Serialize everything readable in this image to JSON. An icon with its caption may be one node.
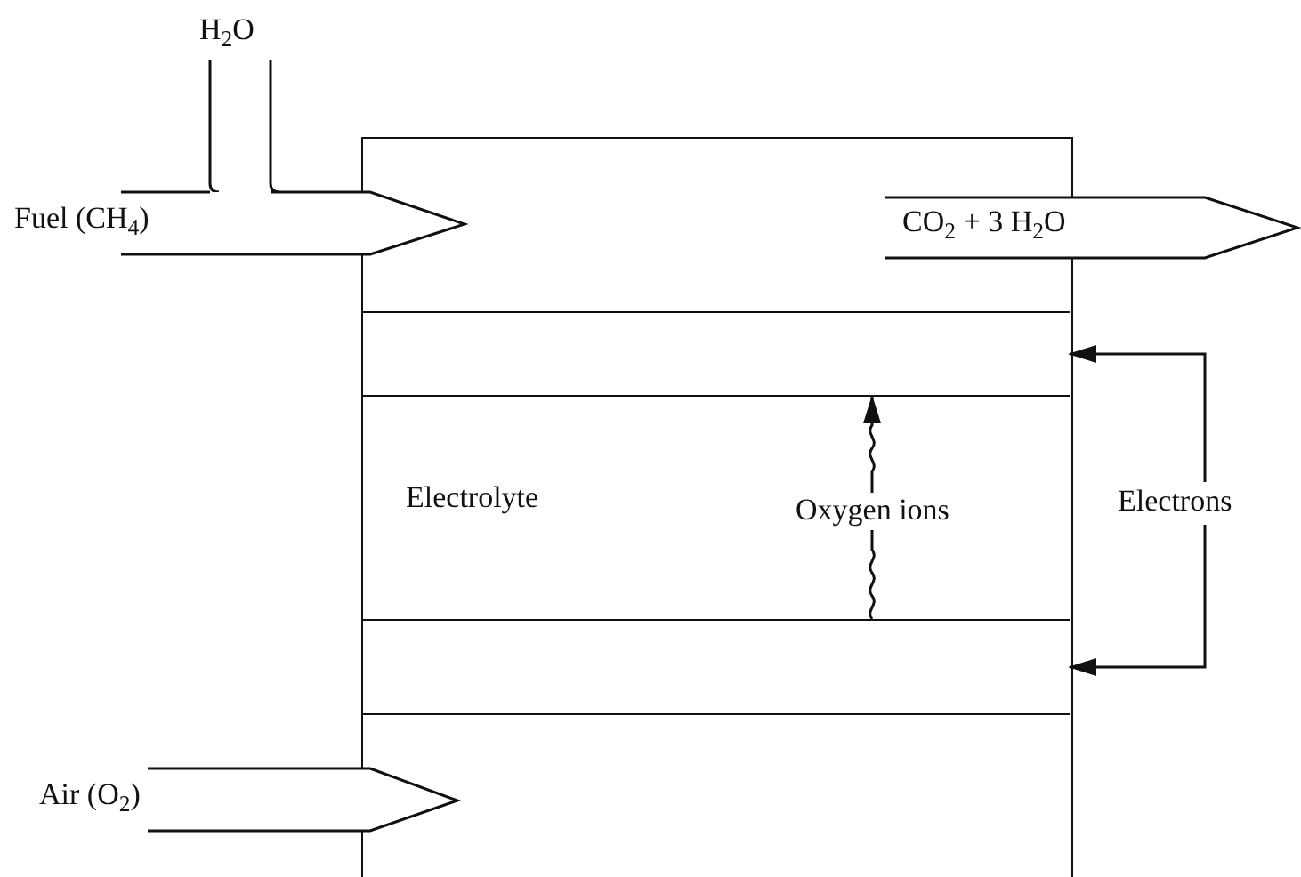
{
  "diagram": {
    "nodes": [
      {
        "text": [
          "H$_{2}$O"
        ]
      },
      {
        "text": [
          "Fuel (CH$_{4}$)"
        ]
      },
      {
        "text": [
          "CO$_{2}$ + 3 H$_{2}$O"
        ]
      },
      {
        "text": [],
        "shape": "box"
      },
      {
        "text": [],
        "shape": "box",
        "in": 3
      },
      {
        "text": [
          "Electrolyte"
        ],
        "in": 3
      },
      {
        "text": [],
        "shape": "box",
        "in": 3
      },
      {
        "text": [
          "Electrons"
        ]
      },
      {
        "text": [
          "Air (O$_{2}$)"
        ]
      }
    ],
    "edges": [
      {
        "from": 0,
        "to": 1,
        "arrow": "none"
      },
      {
        "from": 6,
        "to": 4,
        "arrow": "to",
        "label": "Oxygen ions"
      },
      {
        "from": 7,
        "to": 4,
        "arrow": "to"
      },
      {
        "from": 7,
        "to": 6,
        "arrow": "to"
      }
    ]
  }
}
